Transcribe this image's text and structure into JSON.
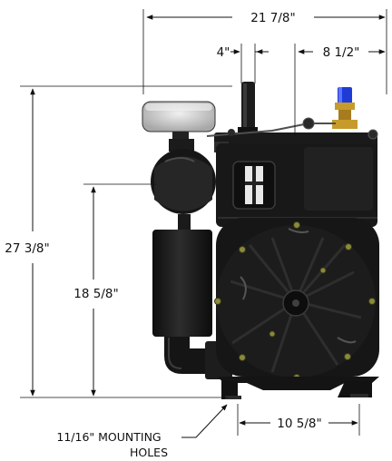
{
  "dimensions": {
    "overall_width": "21 7/8\"",
    "offset_4": "4\"",
    "right_width": "8 1/2\"",
    "overall_height": "27 3/8\"",
    "inlet_height": "18 5/8\"",
    "base_width": "10 5/8\""
  },
  "callout": {
    "line1": "11/16\" MOUNTING",
    "line2": "HOLES"
  },
  "colors": {
    "body": "#1a1a1a",
    "body_mid": "#2b2b2b",
    "highlight": "#555555",
    "bolt": "#8a8a3a",
    "knob": "#1f3bd6",
    "brass": "#c79a2c",
    "gauge_face": "#d9d9d9"
  }
}
